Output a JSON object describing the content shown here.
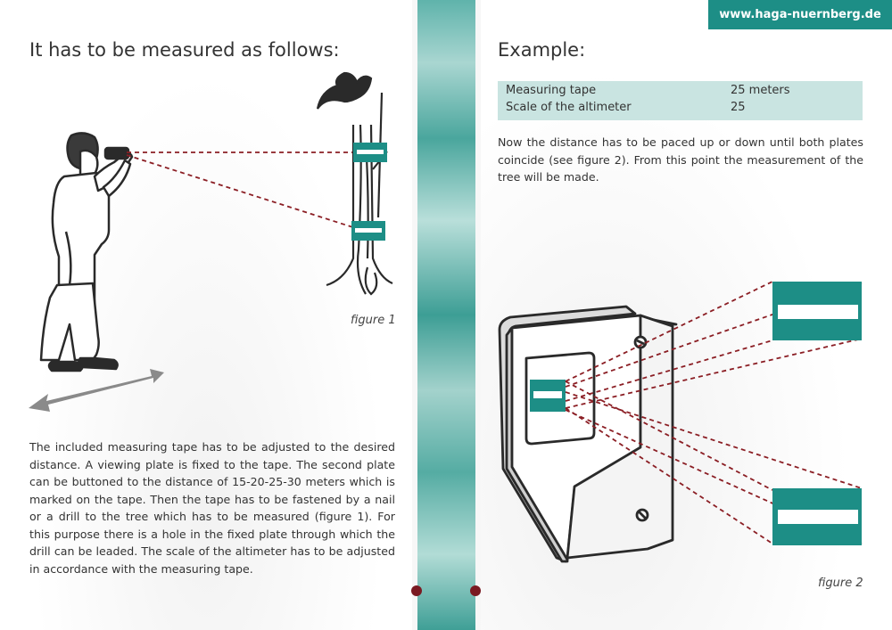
{
  "header": {
    "url": "www.haga-nuernberg.de"
  },
  "left_page": {
    "title": "It has to be measured as follows:",
    "figure_caption": "figure 1",
    "body": "The included measuring tape has to be adjusted to the desired distance. A viewing plate is fixed to the tape. The second plate can be buttoned to the distance of 15-20-25-30 meters which is marked on the tape. Then the tape has to be fastened by a nail or a drill to the tree which has to be measured (figure 1). For this purpose there is a hole in the fixed plate through which the drill can be leaded. The scale of the altimeter has to be adjusted in accordance with the measuring tape."
  },
  "right_page": {
    "title": "Example:",
    "table": [
      {
        "label": "Measuring tape",
        "value": "25 meters"
      },
      {
        "label": "Scale of the altimeter",
        "value": "25"
      }
    ],
    "body": "Now the distance has to be paced up or down until both plates coincide (see figure 2). From this point the measurement of the tree will be made.",
    "figure_caption": "figure 2"
  },
  "colors": {
    "accent": "#1d8e86",
    "dashed_line": "#8b1e24",
    "table_bg": "#c9e4e1"
  }
}
